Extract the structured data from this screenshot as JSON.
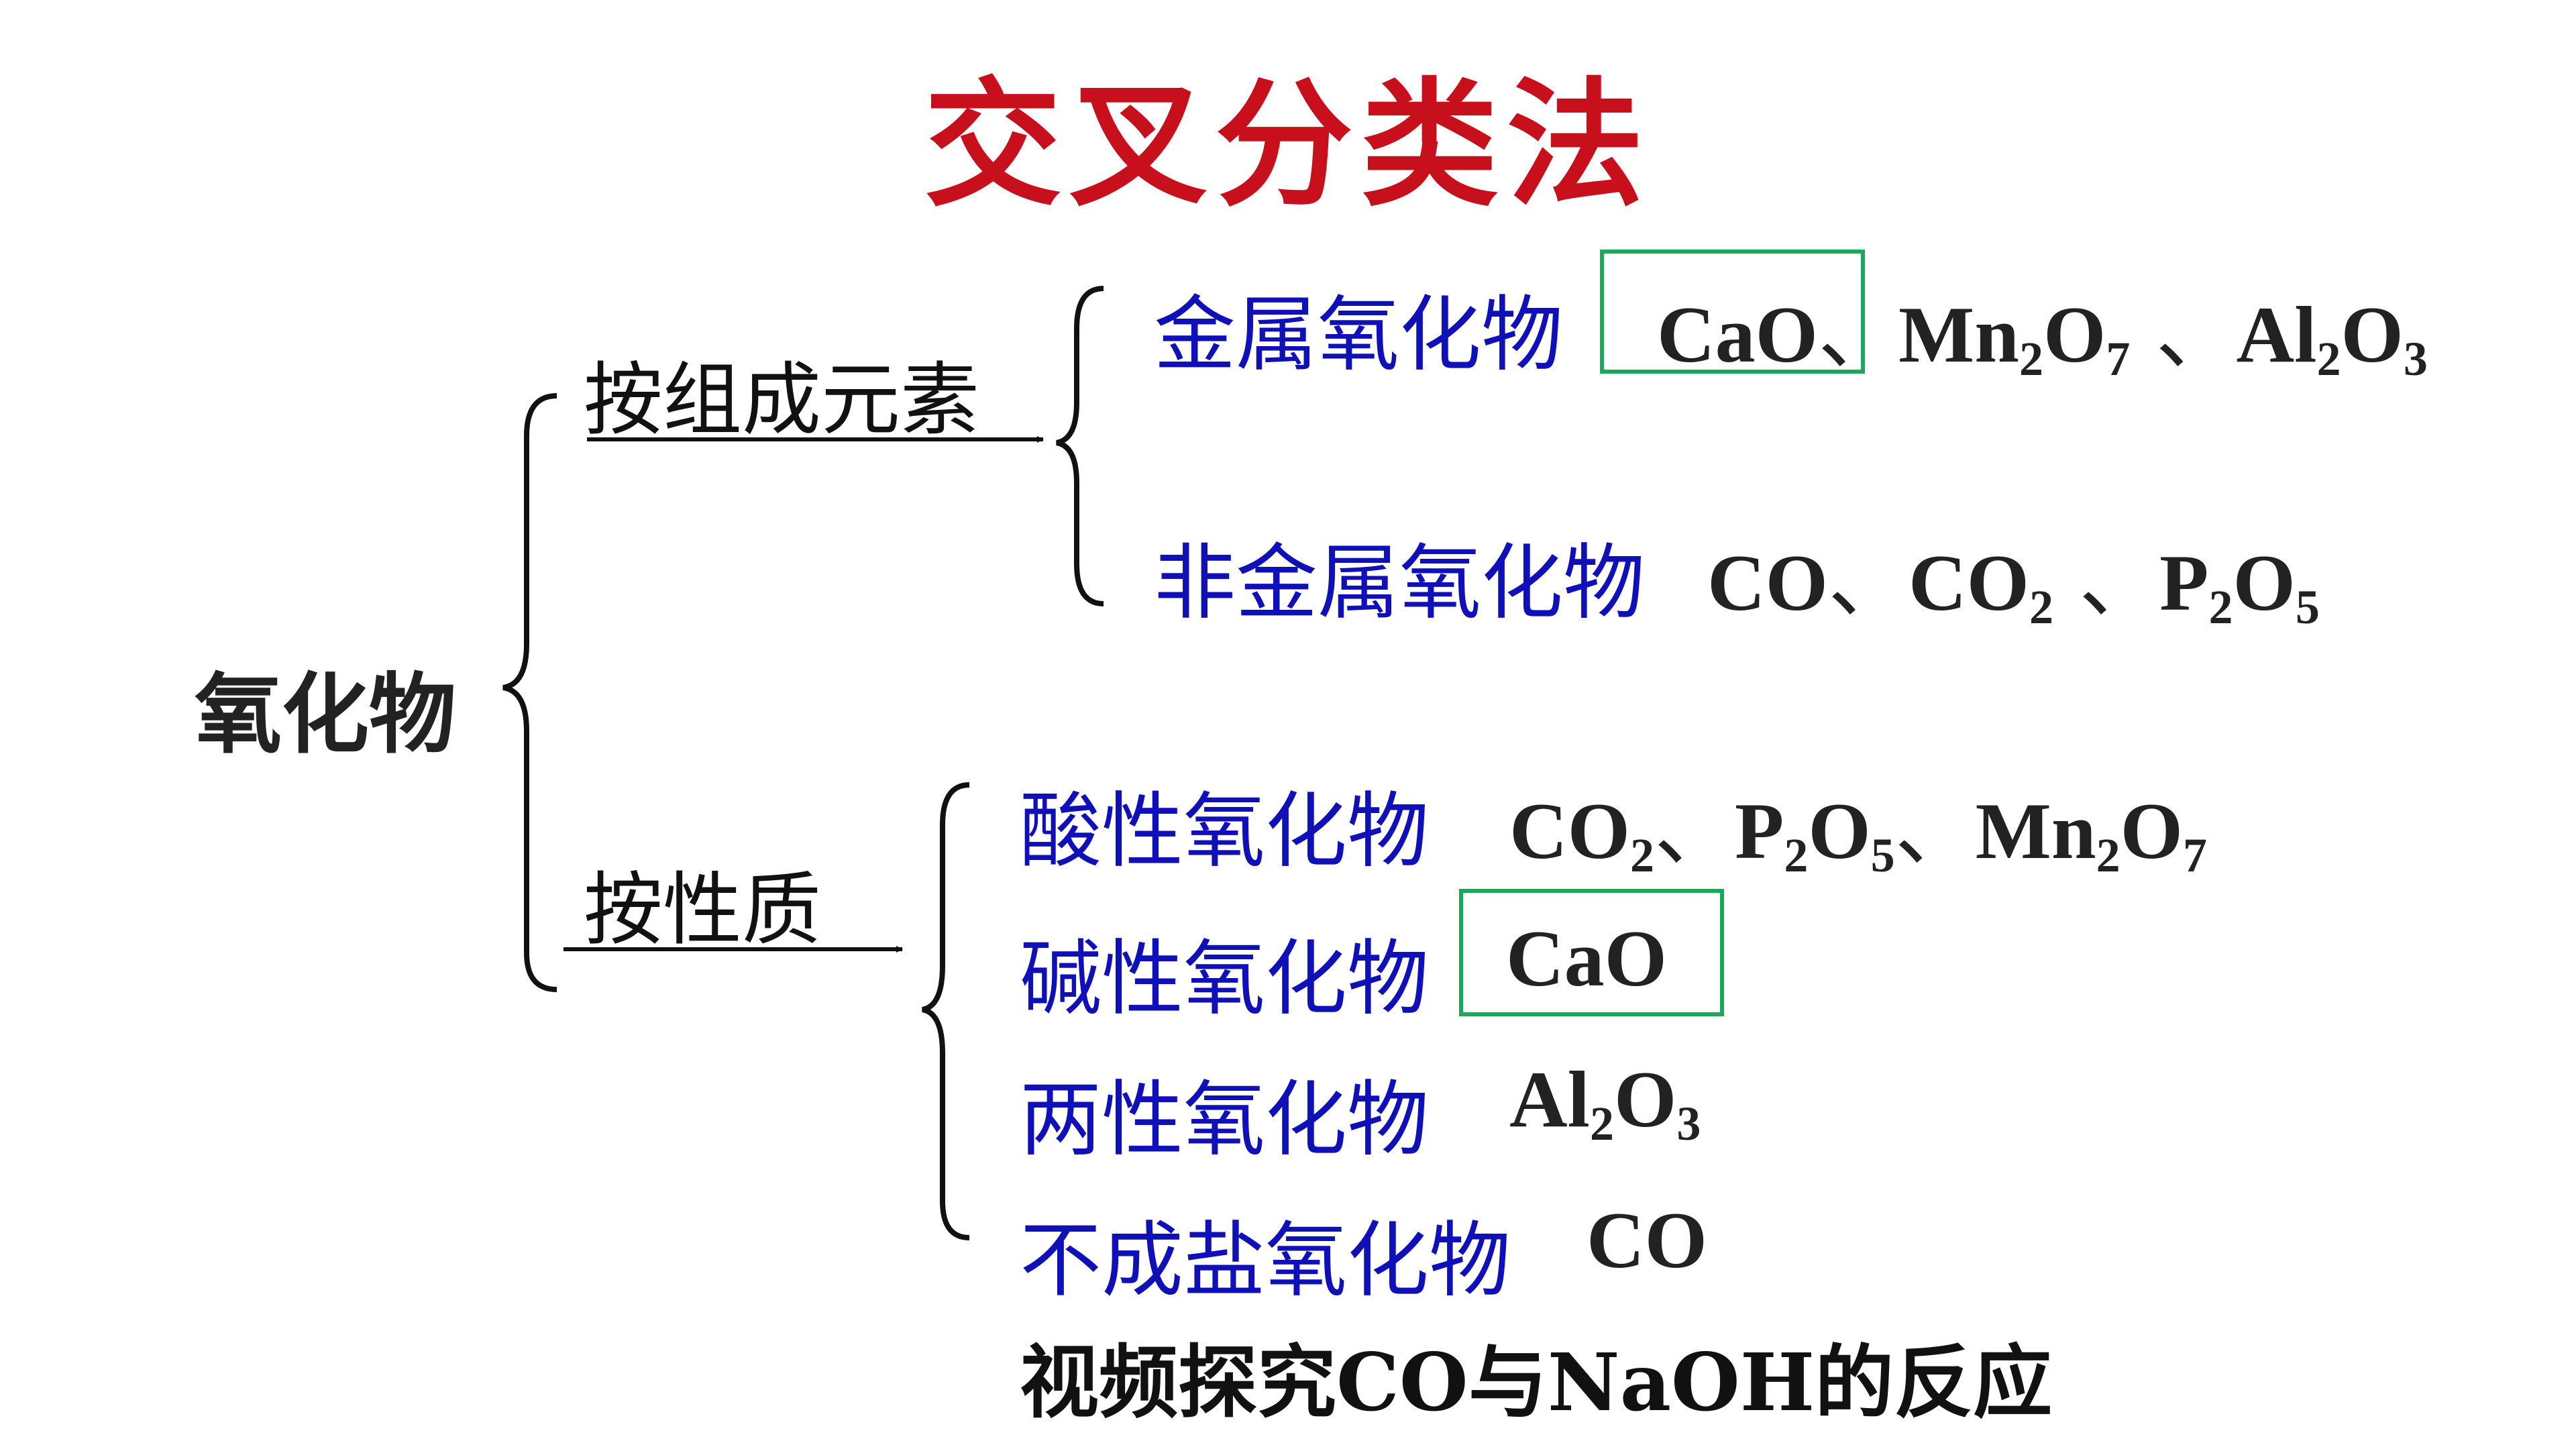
{
  "title": "交叉分类法",
  "title_color": "#c8101c",
  "root": "氧化物",
  "branches": [
    {
      "label": "按组成元素",
      "items": [
        {
          "category": "金属氧化物",
          "formulas": [
            {
              "base": "CaO",
              "sep": "、"
            },
            {
              "parts": [
                "Mn",
                "2",
                "O",
                "7"
              ],
              "sep": " 、"
            },
            {
              "parts": [
                "Al",
                "2",
                "O",
                "3"
              ]
            }
          ],
          "highlight": "CaO"
        },
        {
          "category": "非金属氧化物",
          "formulas": [
            {
              "base": "CO",
              "sep": "、"
            },
            {
              "parts": [
                "CO",
                "2"
              ],
              "sep": " 、"
            },
            {
              "parts": [
                "P",
                "2",
                "O",
                "5"
              ]
            }
          ]
        }
      ]
    },
    {
      "label": "按性质",
      "items": [
        {
          "category": "酸性氧化物",
          "formulas": [
            {
              "parts": [
                "CO",
                "2"
              ],
              "sep": "、"
            },
            {
              "parts": [
                "P",
                "2",
                "O",
                "5"
              ],
              "sep": "、"
            },
            {
              "parts": [
                "Mn",
                "2",
                "O",
                "7"
              ]
            }
          ]
        },
        {
          "category": "碱性氧化物",
          "formulas": [
            {
              "base": "CaO"
            }
          ],
          "highlight": "CaO"
        },
        {
          "category": "两性氧化物",
          "formulas": [
            {
              "parts": [
                "Al",
                "2",
                "O",
                "3"
              ]
            }
          ]
        },
        {
          "category": "不成盐氧化物",
          "formulas": [
            {
              "base": "CO"
            }
          ]
        }
      ]
    }
  ],
  "footer": "视频探究CO与NaOH的反应",
  "colors": {
    "category": "#1010b8",
    "formula": "#222222",
    "highlight_box": "#1aa85a"
  },
  "icons": [
    "arrow-right-icon",
    "brace-icon"
  ]
}
